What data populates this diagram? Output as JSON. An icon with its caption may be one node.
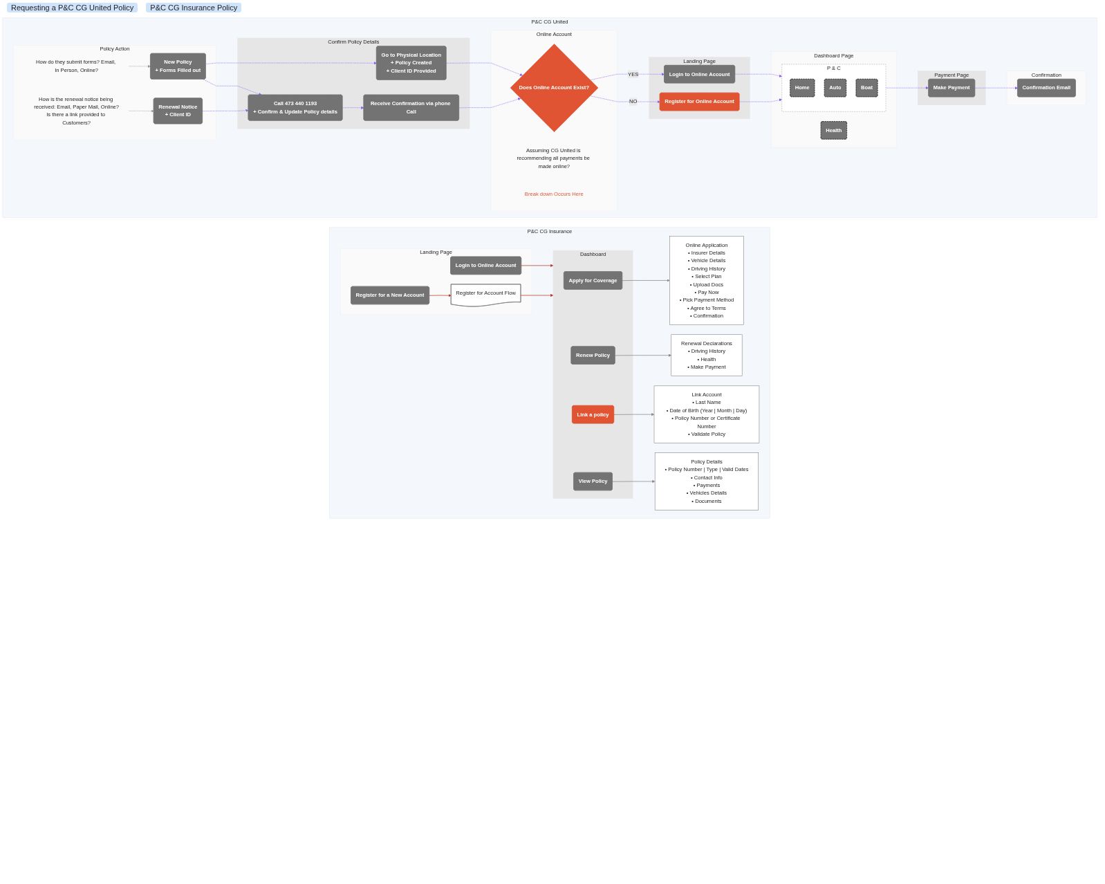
{
  "diagram": {
    "nodes": [
      {
        "text": [
          "P&C CG United"
        ]
      },
      {
        "text": [
          "Policy Action"
        ],
        "in": 0
      },
      {
        "text": [
          "New Policy",
          "+ Forms Filled out"
        ],
        "in": 1
      },
      {
        "text": [
          "Renewal Notice",
          "+ Client ID"
        ],
        "in": 1
      },
      {
        "text": [
          "How do they submit forms? Email, In Person, Online?"
        ],
        "in": 1
      },
      {
        "text": [
          "How is the renewal notice being received: Email, Paper Mail, Online?",
          "Is there a link provided to Customers?"
        ],
        "in": 1
      },
      {
        "text": [
          "Confirm Policy Details"
        ],
        "in": 0
      },
      {
        "text": [
          "Go to Physical Location",
          "+ Policy Created",
          "+ Client ID Provided"
        ],
        "in": 6
      },
      {
        "text": [
          "Call 473 440 1193",
          "+ Confirm & Update Policy details"
        ],
        "in": 6
      },
      {
        "text": [
          "Receive Confirmation via phone Call"
        ],
        "in": 6
      },
      {
        "text": [
          "Online Account"
        ],
        "in": 0
      },
      {
        "text": [
          "Assuming CG United is recommending all payments be made online?"
        ],
        "in": 10
      },
      {
        "text": [
          "Does Online Account Exist?"
        ],
        "in": 10
      },
      {
        "text": [
          "Break down Occurs Here"
        ],
        "in": 10
      },
      {
        "text": [
          "Landing Page"
        ],
        "in": 0
      },
      {
        "text": [
          "Login to Online Account"
        ],
        "in": 14
      },
      {
        "text": [
          "Register for Online Account"
        ],
        "in": 14
      },
      {
        "text": [
          "Dashboard Page"
        ],
        "in": 0
      },
      {
        "text": [
          "Health"
        ],
        "in": 17
      },
      {
        "text": [
          "P & C"
        ],
        "in": 17
      },
      {
        "text": [
          "Home"
        ],
        "in": 19
      },
      {
        "text": [
          "Auto"
        ],
        "in": 19
      },
      {
        "text": [
          "Boat"
        ],
        "in": 19
      },
      {
        "text": [
          "Payment Page"
        ],
        "in": 0
      },
      {
        "text": [
          "Make Payment"
        ],
        "in": 23
      },
      {
        "text": [
          "Confirmation"
        ],
        "in": 0
      },
      {
        "text": [
          "Confirmation Email"
        ],
        "in": 25
      },
      {
        "text": [
          "P&C CG Insurance"
        ]
      },
      {
        "text": [
          "Landing Page"
        ],
        "in": 27
      },
      {
        "text": [
          "Login to Online Account"
        ],
        "in": 28
      },
      {
        "text": [
          "Register for a New Account"
        ],
        "in": 28
      },
      {
        "text": [
          "Register for Account Flow"
        ],
        "in": 28
      },
      {
        "text": [
          "Dashboard"
        ],
        "in": 27
      },
      {
        "text": [
          "Apply for Coverage"
        ],
        "in": 32
      },
      {
        "text": [
          "Renew Policy"
        ],
        "in": 32
      },
      {
        "text": [
          "Link a policy"
        ],
        "in": 32
      },
      {
        "text": [
          "View Policy"
        ],
        "in": 32
      },
      {
        "text": [
          "Online Application",
          "• Insurer Details",
          "• Vehicle Details",
          "• Driving History",
          "• Select Plan",
          "• Upload Docs",
          "• Pay Now",
          "• Pick Payment Method",
          "• Agree to Terms",
          "• Confirmation"
        ],
        "in": 27
      },
      {
        "text": [
          "Renewal Declarations",
          "• Driving History",
          "• Health",
          "• Make Payment"
        ],
        "in": 27
      },
      {
        "text": [
          "Link Account",
          "• Last Name",
          "• Date of Birth (Year | Month | Day)",
          "• Policy Number or Certificate Number",
          "• Validate Policy"
        ],
        "in": 27
      },
      {
        "text": [
          "Policy Details",
          "• Policy Number | Type | Valid Dates",
          "• Contact Info",
          "• Payments",
          "• Vehicles Details",
          "• Documents"
        ],
        "in": 27
      }
    ],
    "edges": [
      {
        "from": 4,
        "to": 2,
        "arrow": "to",
        "style": "dashed",
        "color": "#9a9a9a"
      },
      {
        "from": 5,
        "to": 3,
        "arrow": "to",
        "style": "dashed",
        "color": "#9a9a9a"
      },
      {
        "from": 2,
        "to": 7,
        "arrow": "to",
        "style": "dashed"
      },
      {
        "from": 2,
        "to": 8,
        "arrow": "to",
        "style": "dashed"
      },
      {
        "from": 3,
        "to": 8,
        "arrow": "to",
        "style": "dashed"
      },
      {
        "from": 8,
        "to": 9,
        "arrow": "to",
        "style": "dashed"
      },
      {
        "from": 7,
        "to": 12,
        "arrow": "to",
        "style": "dashed"
      },
      {
        "from": 9,
        "to": 12,
        "arrow": "to",
        "style": "dashed"
      },
      {
        "from": 12,
        "to": 15,
        "label": "YES",
        "arrow": "to",
        "style": "dashed"
      },
      {
        "from": 12,
        "to": 16,
        "label": "NO",
        "arrow": "to",
        "style": "dashed"
      },
      {
        "from": 15,
        "to": 19,
        "arrow": "to",
        "style": "dashed"
      },
      {
        "from": 16,
        "to": 19,
        "arrow": "to",
        "style": "dashed"
      },
      {
        "from": 19,
        "to": 24,
        "arrow": "to",
        "style": "dashed"
      },
      {
        "from": 24,
        "to": 26,
        "arrow": "to",
        "style": "dashed"
      },
      {
        "from": 29,
        "to": 32,
        "arrow": "to",
        "color": "#b83a2a"
      },
      {
        "from": 30,
        "to": 31,
        "arrow": "to",
        "color": "#b83a2a"
      },
      {
        "from": 31,
        "to": 32,
        "arrow": "to",
        "color": "#b83a2a"
      },
      {
        "from": 33,
        "to": 37,
        "arrow": "to",
        "color": "#8a8a8a"
      },
      {
        "from": 34,
        "to": 38,
        "arrow": "to",
        "color": "#8a8a8a"
      },
      {
        "from": 35,
        "to": 39,
        "arrow": "to",
        "color": "#8a8a8a"
      },
      {
        "from": 36,
        "to": 40,
        "arrow": "to",
        "color": "#8a8a8a"
      }
    ],
    "labels": [
      "Requesting a P&C CG United Policy",
      "P&C CG Insurance Policy"
    ]
  }
}
